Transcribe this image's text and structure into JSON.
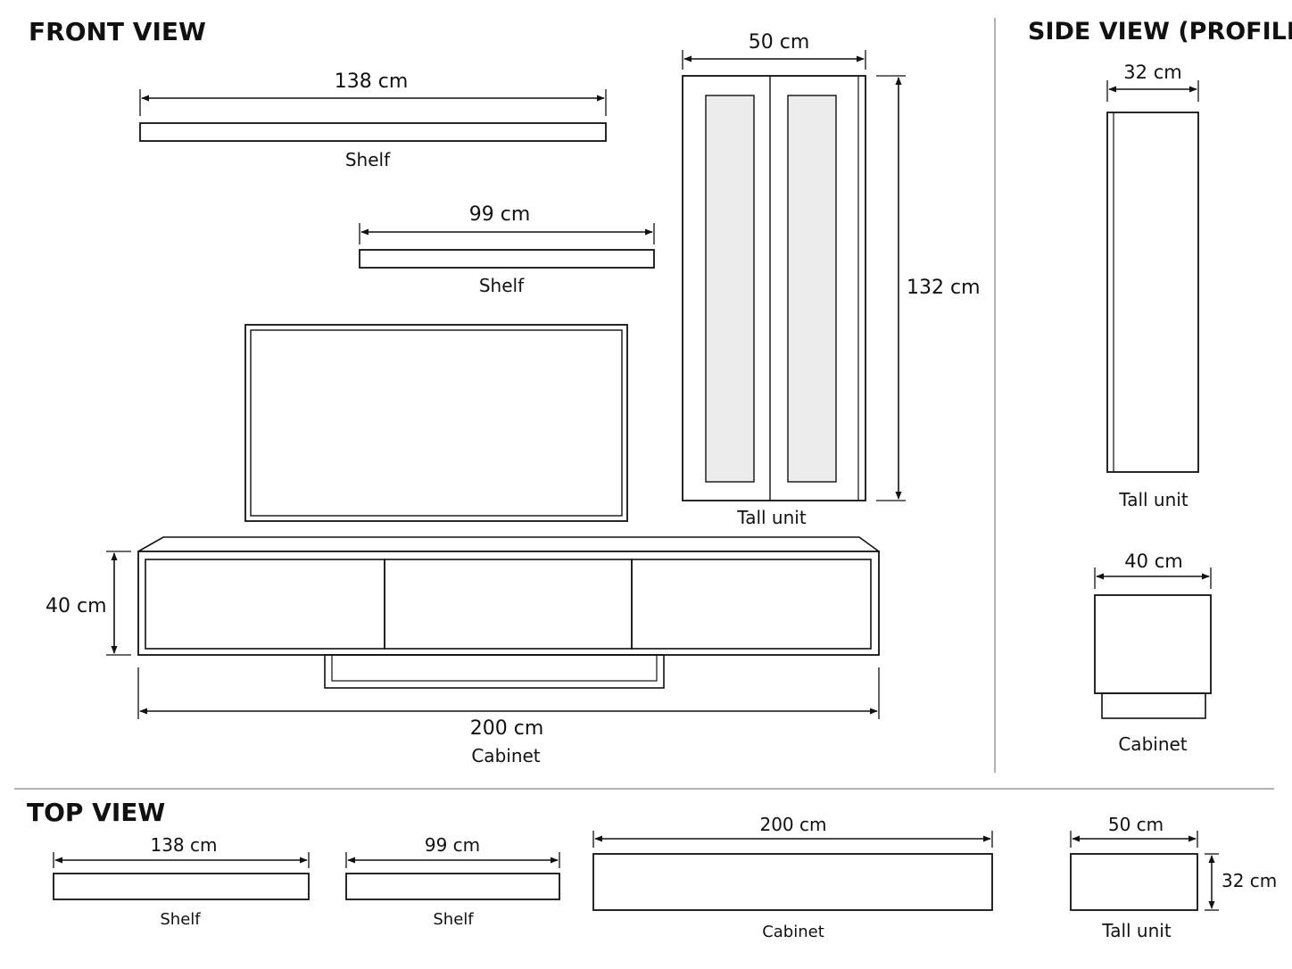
{
  "headings": {
    "front": "FRONT VIEW",
    "side": "SIDE VIEW (PROFILE)",
    "top": "TOP VIEW"
  },
  "front": {
    "shelf_long": {
      "width": "138 cm",
      "name": "Shelf"
    },
    "shelf_short": {
      "width": "99 cm",
      "name": "Shelf"
    },
    "tall_unit": {
      "width": "50 cm",
      "height": "132 cm",
      "name": "Tall unit"
    },
    "cabinet": {
      "width": "200 cm",
      "height": "40 cm",
      "name": "Cabinet"
    }
  },
  "side": {
    "tall_unit": {
      "depth": "32 cm",
      "name": "Tall unit"
    },
    "cabinet": {
      "depth": "40 cm",
      "name": "Cabinet"
    }
  },
  "top": {
    "shelf_long": {
      "width": "138 cm",
      "name": "Shelf"
    },
    "shelf_short": {
      "width": "99 cm",
      "name": "Shelf"
    },
    "cabinet": {
      "width": "200 cm",
      "name": "Cabinet"
    },
    "tall_unit": {
      "width": "50 cm",
      "depth": "32 cm",
      "name": "Tall unit"
    }
  }
}
